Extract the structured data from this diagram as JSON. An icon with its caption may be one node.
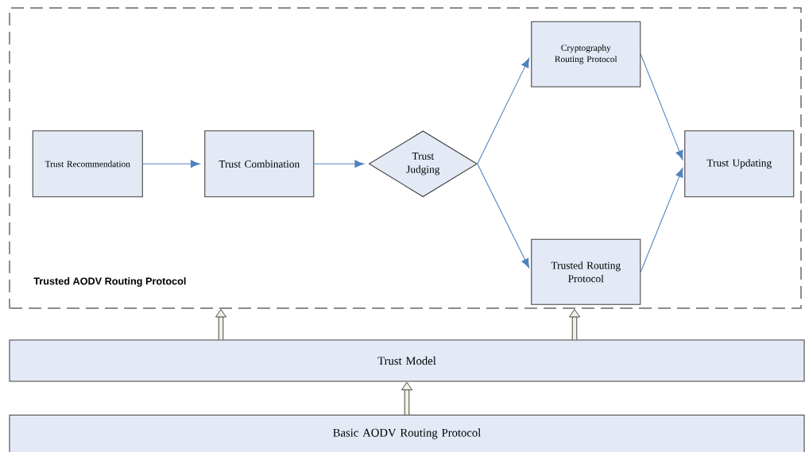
{
  "diagram": {
    "nodes": [
      {
        "text": [
          "Trusted AODV Routing Protocol"
        ]
      },
      {
        "text": [
          "Trust Recommendation"
        ],
        "in": 0
      },
      {
        "text": [
          "Trust Combination"
        ],
        "in": 0
      },
      {
        "text": [
          "Trust Judging"
        ],
        "in": 0
      },
      {
        "text": [
          "Cryptography Routing Protocol"
        ],
        "in": 0
      },
      {
        "text": [
          "Trusted Routing Protocol"
        ],
        "in": 0
      },
      {
        "text": [
          "Trust Updating"
        ],
        "in": 0
      },
      {
        "text": [
          "Trust Model"
        ]
      },
      {
        "text": [
          "Basic AODV Routing Protocol"
        ]
      }
    ],
    "edges": [
      {
        "from": 1,
        "to": 2,
        "arrow": "to"
      },
      {
        "from": 2,
        "to": 3,
        "arrow": "to"
      },
      {
        "from": 3,
        "to": 4,
        "arrow": "to"
      },
      {
        "from": 3,
        "to": 5,
        "arrow": "to"
      },
      {
        "from": 4,
        "to": 6,
        "arrow": "to"
      },
      {
        "from": 5,
        "to": 6,
        "arrow": "to"
      },
      {
        "from": 7,
        "to": 0,
        "arrow": "to",
        "style": "thick",
        "color": "#3a3a3a"
      },
      {
        "from": 7,
        "to": 0,
        "arrow": "to",
        "style": "thick",
        "color": "#3a3a3a"
      },
      {
        "from": 8,
        "to": 7,
        "arrow": "to",
        "style": "thick",
        "color": "#3a3a3a"
      }
    ]
  }
}
